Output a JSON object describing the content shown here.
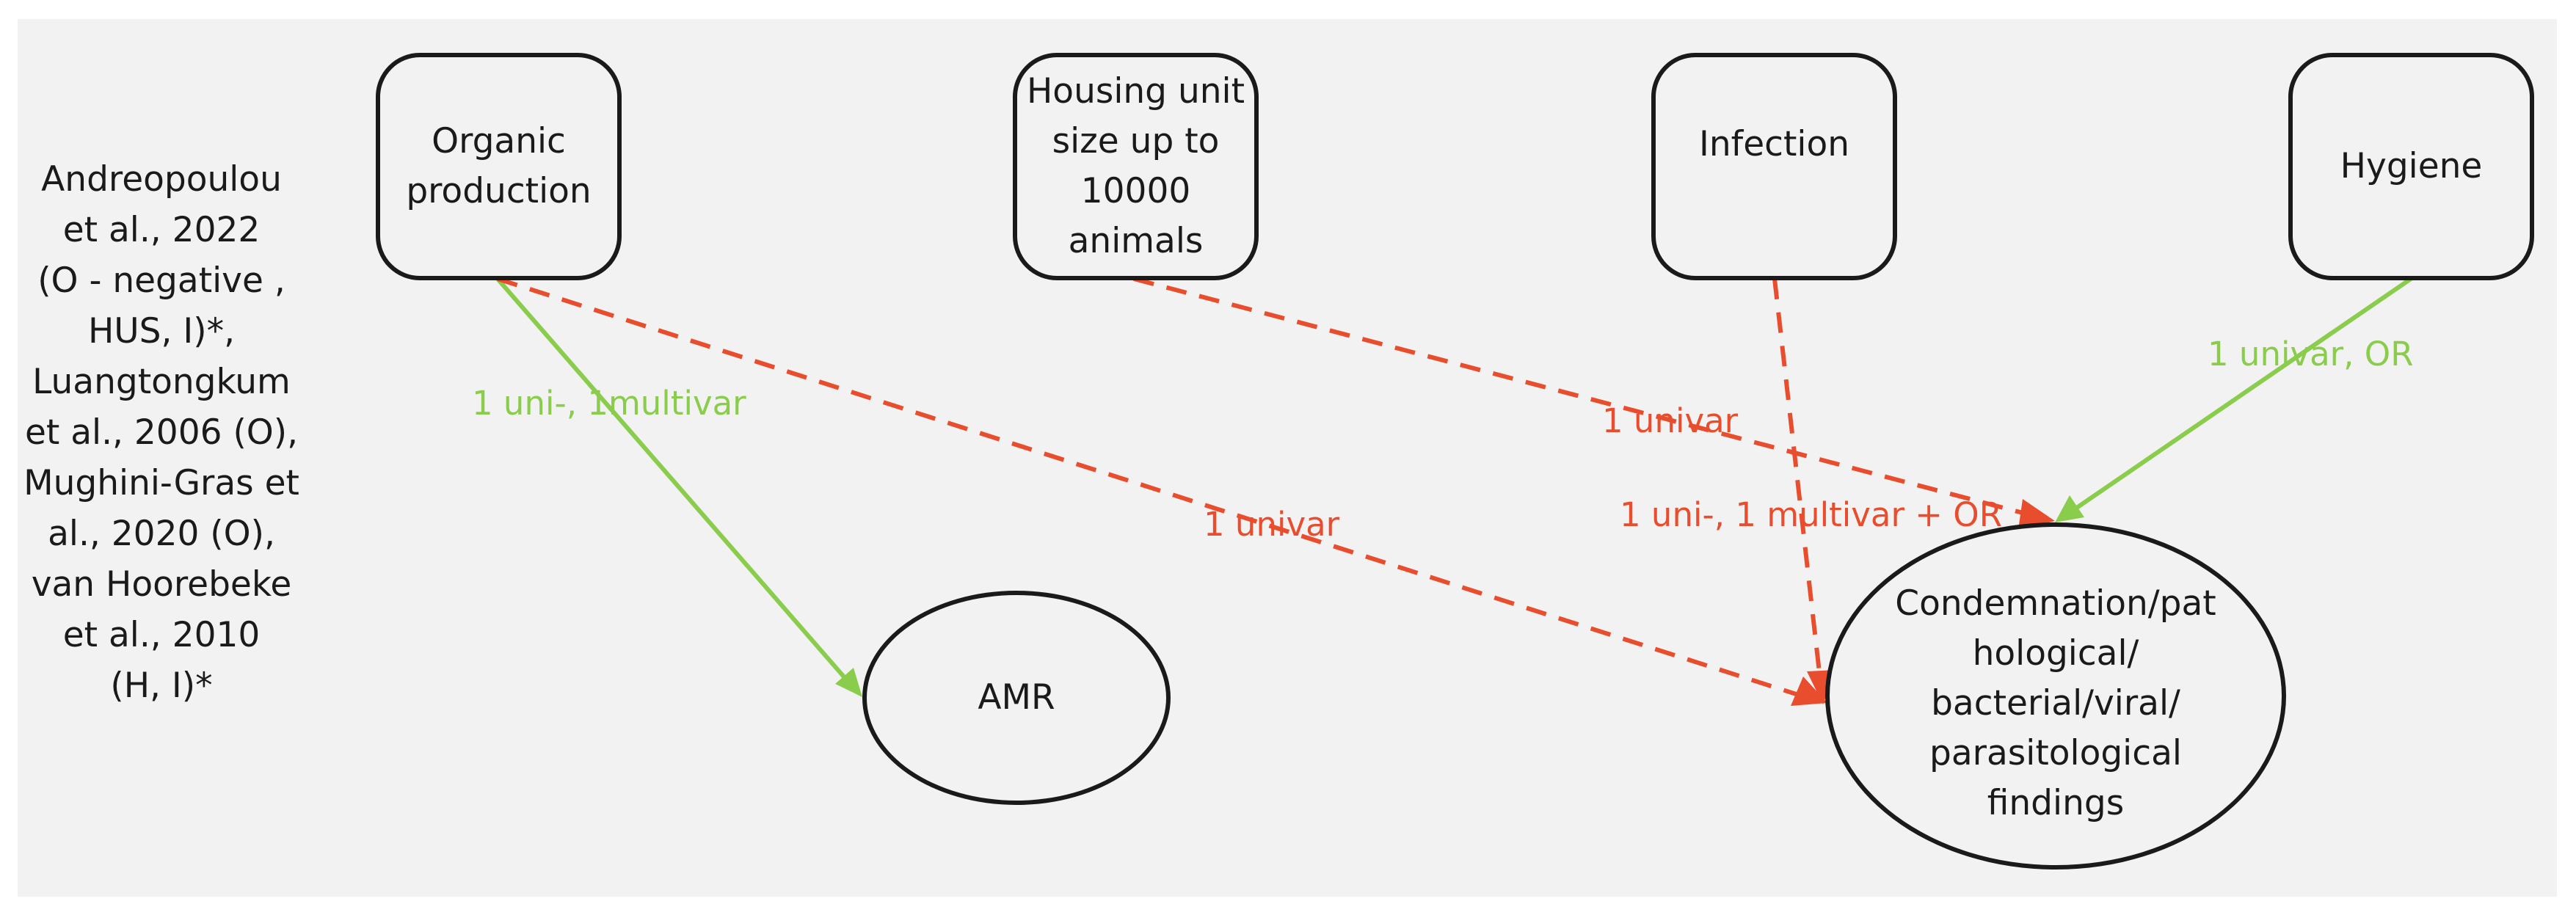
{
  "citation": "Andreopoulou\net al., 2022\n(O - negative ,\nHUS, I)*,\nLuangtongkum\net al., 2006 (O),\nMughini-Gras et\nal., 2020 (O),\nvan Hoorebeke\net al., 2010\n(H, I)*",
  "nodes": {
    "organic": "Organic\nproduction",
    "housing": "Housing unit\nsize up to\n10000\nanimals",
    "infection": "Infection",
    "hygiene": "Hygiene",
    "amr": "AMR",
    "condemnation": "Condemnation/pat\nhological/\nbacterial/viral/\nparasitological\nfindings"
  },
  "edges": {
    "organic_amr": "1 uni-, 1multivar",
    "organic_condemnation": "1 univar",
    "housing_condemnation": "1 univar",
    "infection_condemnation": "1 uni-, 1 multivar + OR",
    "hygiene_condemnation": "1 univar, OR"
  },
  "colors": {
    "positive": "#8acc4c",
    "negative": "#e84d2d",
    "outline": "#1a1a1a",
    "background": "#f2f2f2"
  }
}
